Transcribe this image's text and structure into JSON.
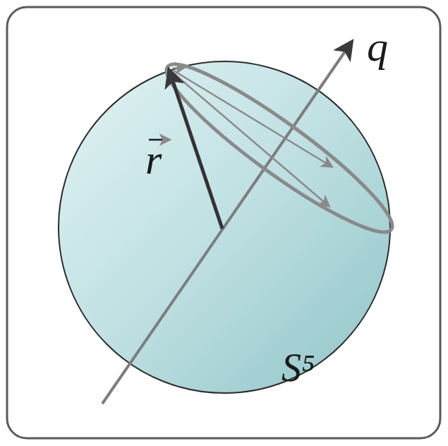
{
  "diagram": {
    "nodes": [
      {
        "text": [
          "S⁵"
        ]
      }
    ],
    "labels": [
      "r",
      "q"
    ]
  }
}
